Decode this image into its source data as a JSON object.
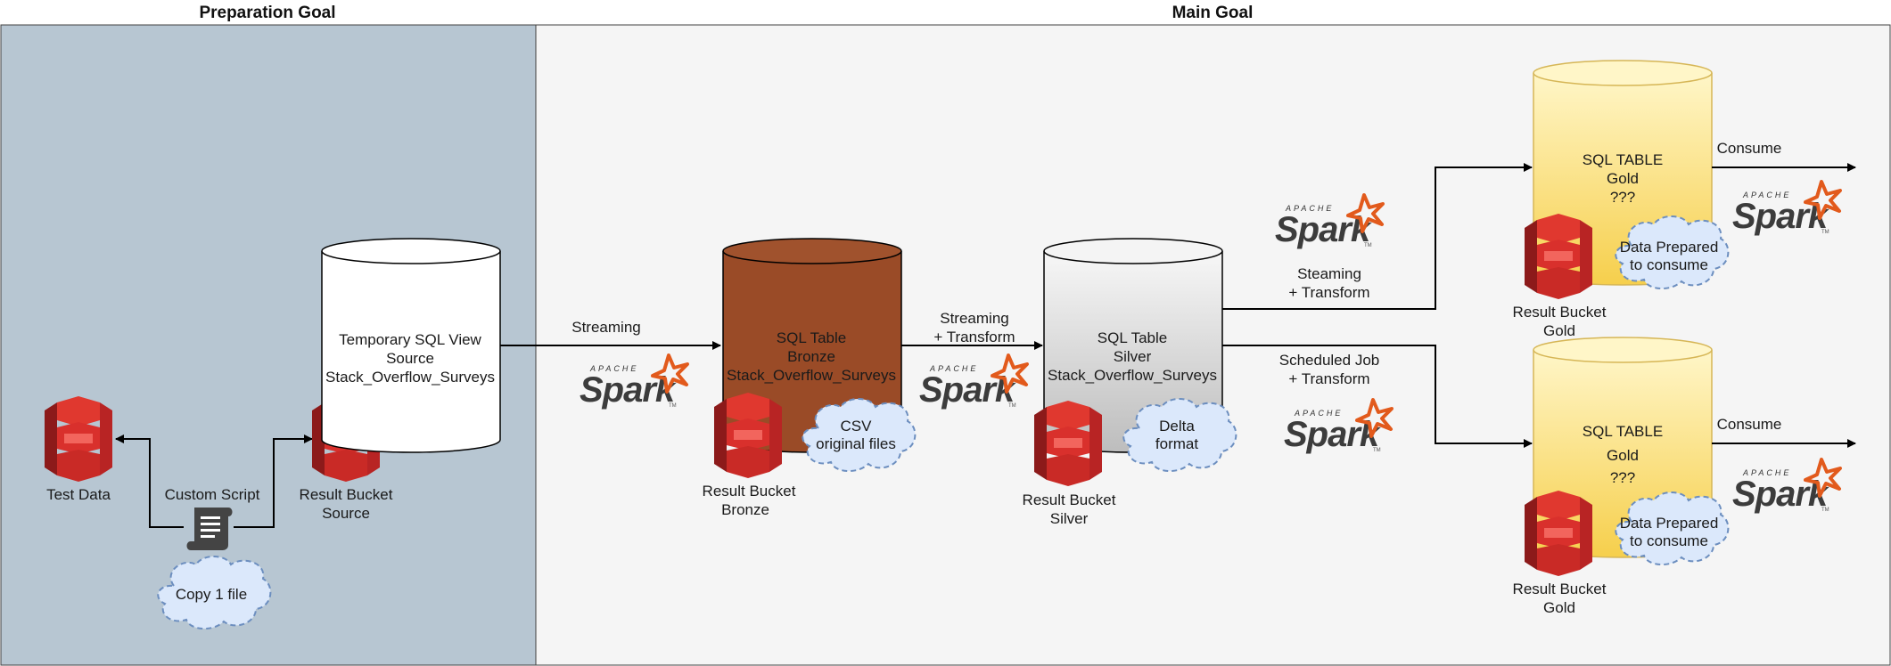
{
  "colors": {
    "prep_bg": "#b7c6d2",
    "main_bg": "#f5f5f5",
    "bronze": "#9a4b27",
    "gold_top": "#fff5c2",
    "gold_bottom": "#f5cf4a",
    "cloud": "#dbe8fb",
    "s3": "#d9302c",
    "spark_orange": "#e25a1c"
  },
  "sections": {
    "prep_title": "Preparation Goal",
    "main_title": "Main Goal"
  },
  "prep": {
    "test_data": "Test Data",
    "custom_script": "Custom Script",
    "result_bucket": [
      "Result Bucket",
      "Source"
    ],
    "copy_cloud": "Copy 1 file",
    "temp_view": [
      "Temporary SQL View",
      "Source",
      "Stack_Overflow_Surveys"
    ]
  },
  "main": {
    "streaming": "Streaming",
    "bronze_table": [
      "SQL Table",
      "Bronze",
      "Stack_Overflow_Surveys"
    ],
    "bronze_bucket": [
      "Result Bucket",
      "Bronze"
    ],
    "bronze_cloud": [
      "CSV",
      "original files"
    ],
    "streaming_transform": [
      "Streaming",
      "+ Transform"
    ],
    "silver_table": [
      "SQL Table",
      "Silver",
      "Stack_Overflow_Surveys"
    ],
    "silver_bucket": [
      "Result Bucket",
      "Silver"
    ],
    "silver_cloud": [
      "Delta",
      "format"
    ],
    "steaming_transform": [
      "Steaming",
      "+ Transform"
    ],
    "scheduled_transform": [
      "Scheduled Job",
      "+ Transform"
    ],
    "gold_table_1": [
      "SQL TABLE",
      "Gold",
      "???"
    ],
    "gold_table_2": [
      "SQL TABLE",
      "Gold",
      "???"
    ],
    "gold_bucket_1": [
      "Result Bucket",
      "Gold"
    ],
    "gold_bucket_2": [
      "Result Bucket",
      "Gold"
    ],
    "gold_cloud_1": [
      "Data Prepared",
      "to consume"
    ],
    "gold_cloud_2": [
      "Data Prepared",
      "to consume"
    ],
    "consume_1": "Consume",
    "consume_2": "Consume"
  },
  "spark_logo": {
    "word": "Spark",
    "apache": "APACHE",
    "tm": "TM"
  }
}
